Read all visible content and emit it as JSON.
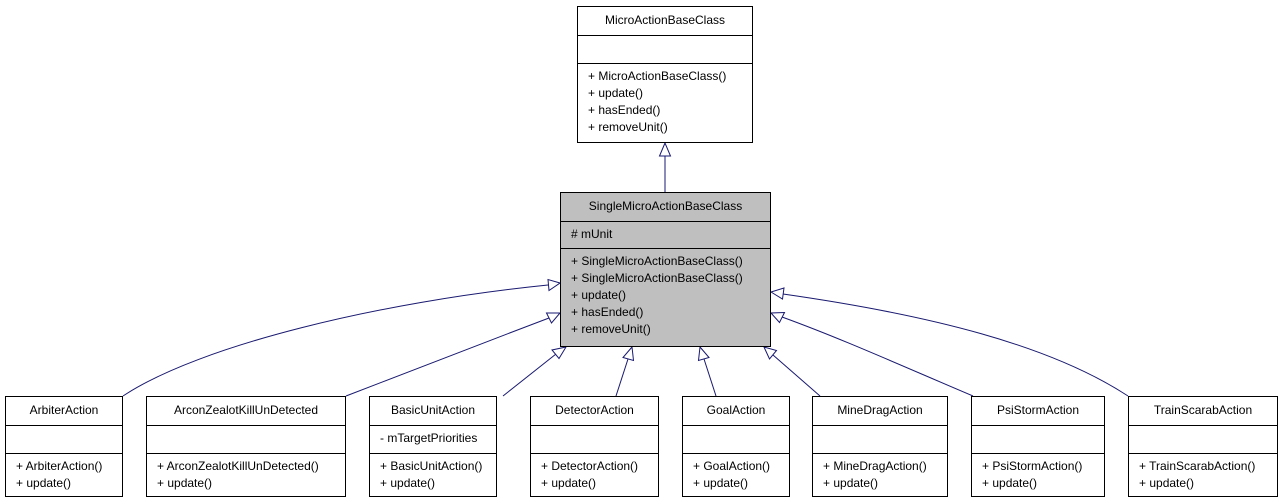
{
  "diagram": {
    "colors": {
      "edge": "#191970",
      "highlight_fill": "#bfbfbf"
    },
    "classes": [
      {
        "id": "micro-action-base-class",
        "name": "MicroActionBaseClass",
        "attributes": [],
        "methods": [
          "+ MicroActionBaseClass()",
          "+ update()",
          "+ hasEnded()",
          "+ removeUnit()"
        ]
      },
      {
        "id": "single-micro-action-base-class",
        "name": "SingleMicroActionBaseClass",
        "attributes": [
          "# mUnit"
        ],
        "methods": [
          "+ SingleMicroActionBaseClass()",
          "+ SingleMicroActionBaseClass()",
          "+ update()",
          "+ hasEnded()",
          "+ removeUnit()"
        ]
      },
      {
        "id": "arbiter-action",
        "name": "ArbiterAction",
        "attributes": [],
        "methods": [
          "+ ArbiterAction()",
          "+ update()"
        ]
      },
      {
        "id": "arcon-zealot-kill-un-detected",
        "name": "ArconZealotKillUnDetected",
        "attributes": [],
        "methods": [
          "+ ArconZealotKillUnDetected()",
          "+ update()"
        ]
      },
      {
        "id": "basic-unit-action",
        "name": "BasicUnitAction",
        "attributes": [
          "- mTargetPriorities"
        ],
        "methods": [
          "+ BasicUnitAction()",
          "+ update()"
        ]
      },
      {
        "id": "detector-action",
        "name": "DetectorAction",
        "attributes": [],
        "methods": [
          "+ DetectorAction()",
          "+ update()"
        ]
      },
      {
        "id": "goal-action",
        "name": "GoalAction",
        "attributes": [],
        "methods": [
          "+ GoalAction()",
          "+ update()"
        ]
      },
      {
        "id": "mine-drag-action",
        "name": "MineDragAction",
        "attributes": [],
        "methods": [
          "+ MineDragAction()",
          "+ update()"
        ]
      },
      {
        "id": "psi-storm-action",
        "name": "PsiStormAction",
        "attributes": [],
        "methods": [
          "+ PsiStormAction()",
          "+ update()"
        ]
      },
      {
        "id": "train-scarab-action",
        "name": "TrainScarabAction",
        "attributes": [],
        "methods": [
          "+ TrainScarabAction()",
          "+ update()"
        ]
      }
    ]
  }
}
